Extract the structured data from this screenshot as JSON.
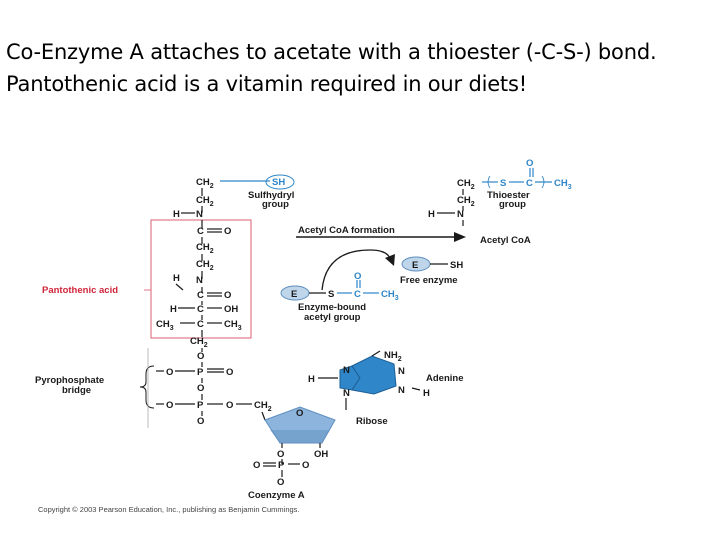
{
  "caption": {
    "line1": "Co-Enzyme A attaches to acetate with a thioester (-C-S-) bond.",
    "line2": "Pantothenic acid is a vitamin required in our diets!"
  },
  "labels": {
    "sulfhydryl": "Sulfhydryl",
    "group": "group",
    "thioester": "Thioester",
    "thioester_group": "group",
    "acetyl_coa_formation": "Acetyl CoA formation",
    "acetyl_coa": "Acetyl CoA",
    "free_enzyme": "Free enzyme",
    "enzyme_bound": "Enzyme-bound",
    "acetyl_group": "acetyl group",
    "pantothenic_acid": "Pantothenic acid",
    "pyrophosphate": "Pyrophosphate",
    "bridge": "bridge",
    "adenine": "Adenine",
    "ribose": "Ribose",
    "coenzyme_a": "Coenzyme A",
    "copyright": "Copyright © 2003 Pearson Education, Inc., publishing as Benjamin Cummings."
  },
  "atoms": {
    "ch": "CH",
    "two": "2",
    "three": "3",
    "sh": "SH",
    "h": "H",
    "n": "N",
    "c": "C",
    "o": "O",
    "oh": "OH",
    "p": "P",
    "s": "S",
    "e": "E",
    "nh": "NH"
  },
  "colors": {
    "pantothenic_box": "#e07a8a",
    "red_text": "#d0243a",
    "blue_accent": "#2f86c8",
    "adenine_fill": "#2f86c8",
    "ribose_fill": "#8cb4dc",
    "enzyme_fill": "#bfd6ea"
  }
}
